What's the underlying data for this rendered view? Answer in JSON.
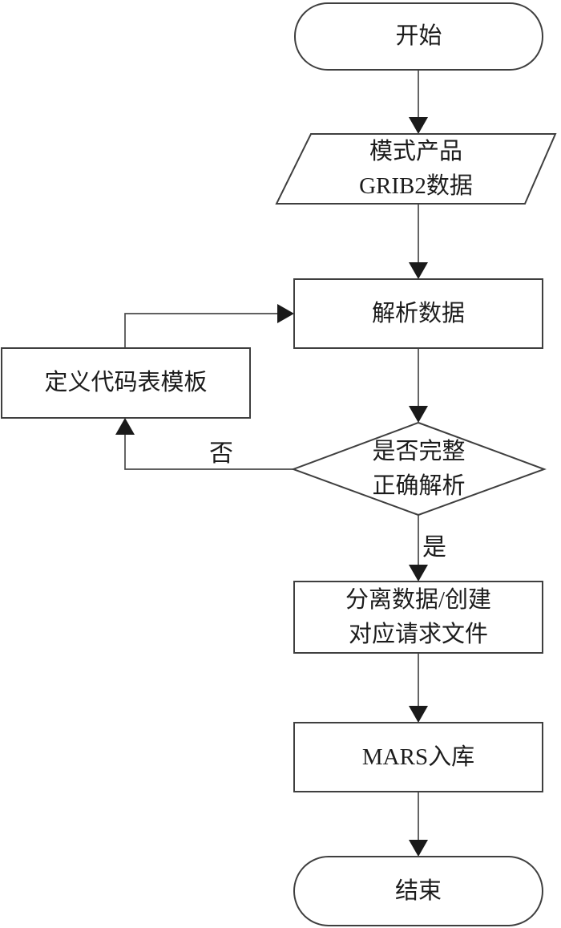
{
  "diagram": {
    "title": "GRIB2 data ingestion flowchart",
    "nodes": {
      "start": {
        "label": "开始",
        "type": "terminator"
      },
      "input": {
        "label": "模式产品\nGRIB2数据",
        "type": "data"
      },
      "parse": {
        "label": "解析数据",
        "type": "process"
      },
      "define": {
        "label": "定义代码表模板",
        "type": "process"
      },
      "decision": {
        "label": "是否完整\n正确解析",
        "type": "decision"
      },
      "separate": {
        "label": "分离数据/创建\n对应请求文件",
        "type": "process"
      },
      "mars": {
        "label": "MARS入库",
        "type": "process"
      },
      "end": {
        "label": "结束",
        "type": "terminator"
      }
    },
    "edge_labels": {
      "no": "否",
      "yes": "是"
    },
    "colors": {
      "background": "#ffffff",
      "shape_stroke": "#3f3f3f",
      "line_stroke": "#4a4a4a",
      "arrow_fill": "#1a1a1a",
      "text": "#1c1c1c"
    }
  }
}
